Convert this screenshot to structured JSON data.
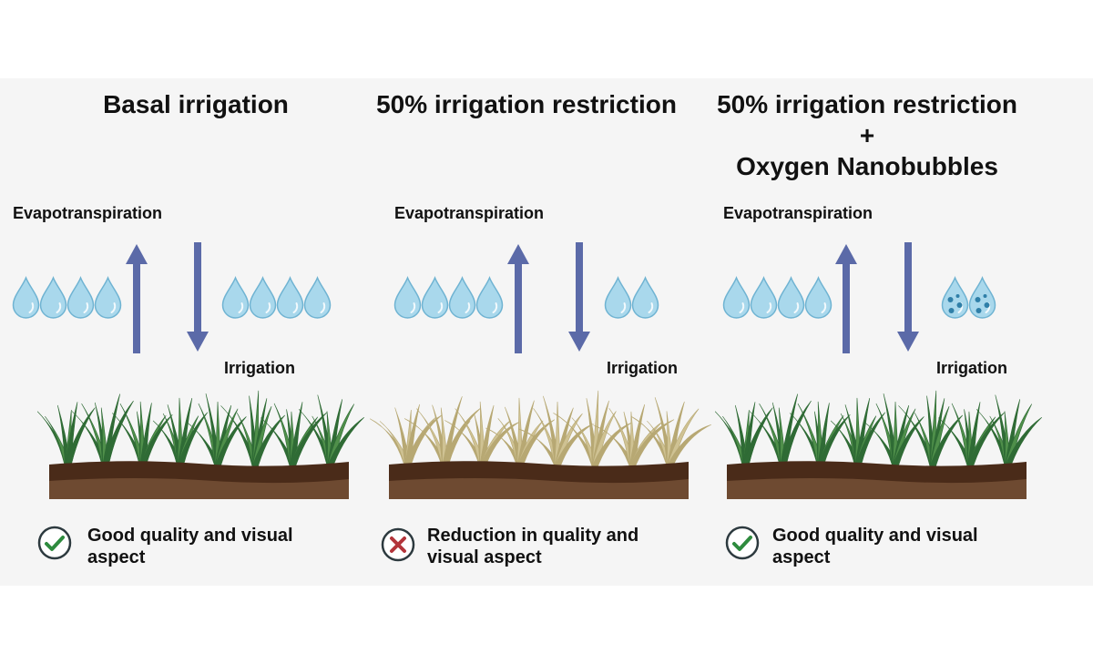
{
  "panels": [
    {
      "title": "Basal irrigation",
      "evapotranspiration_label": "Evapotranspiration",
      "irrigation_label": "Irrigation",
      "evap_drops": 4,
      "irrigation_drops": 4,
      "irrigation_drop_type": "water",
      "grass_condition": "healthy",
      "result_icon": "checkmark-icon",
      "result_text": "Good quality and visual aspect"
    },
    {
      "title": "50% irrigation restriction",
      "evapotranspiration_label": "Evapotranspiration",
      "irrigation_label": "Irrigation",
      "evap_drops": 4,
      "irrigation_drops": 2,
      "irrigation_drop_type": "water",
      "grass_condition": "dry",
      "result_icon": "cross-icon",
      "result_text": "Reduction in quality and visual aspect"
    },
    {
      "title_lines": [
        "50% irrigation restriction",
        "+",
        "Oxygen Nanobubbles"
      ],
      "evapotranspiration_label": "Evapotranspiration",
      "irrigation_label": "Irrigation",
      "evap_drops": 4,
      "irrigation_drops": 2,
      "irrigation_drop_type": "nanobubble",
      "grass_condition": "healthy",
      "result_icon": "checkmark-icon",
      "result_text": "Good quality and visual aspect"
    }
  ],
  "colors": {
    "arrow": "#5b6aa8",
    "drop_fill": "#a9d8ec",
    "drop_stroke": "#6fb3d2",
    "bubble": "#2f7fa8",
    "soil_dark": "#4a2b19",
    "soil": "#6e4a31",
    "grass_healthy": "#2f6b35",
    "grass_healthy_light": "#4f8f4a",
    "grass_dry": "#b7a873",
    "grass_dry_light": "#cfc293",
    "check": "#2e8b3e",
    "cross": "#b3343a"
  }
}
